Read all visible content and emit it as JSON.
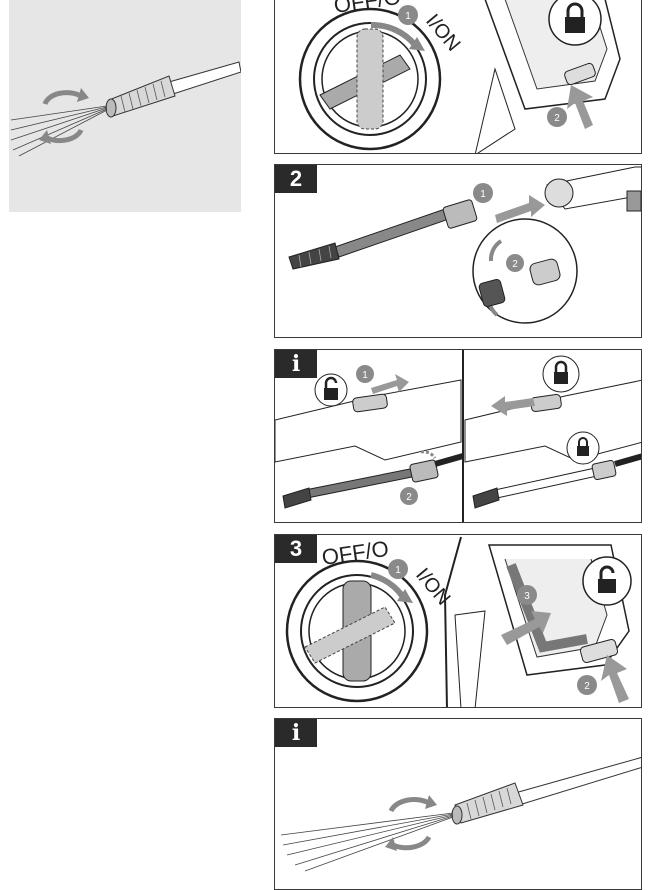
{
  "panels": {
    "top": {
      "switch_label": "OFF/O",
      "on_label": "I/ON",
      "step1": "1",
      "step2": "2"
    },
    "p2": {
      "tag": "2",
      "step1": "1",
      "step2": "2"
    },
    "p3": {
      "tag": "i",
      "step1": "1",
      "step2": "2"
    },
    "p4": {
      "tag": "3",
      "switch_label": "OFF/O",
      "on_label": "I/ON",
      "step1": "1",
      "step2": "2",
      "step3": "3"
    },
    "p5": {
      "tag": "i"
    }
  },
  "icons": [
    "spray-nozzle-icon",
    "rotate-arrows-icon",
    "lock-icon",
    "unlock-icon",
    "push-arrow-icon",
    "lance-icon",
    "switch-dial-icon"
  ],
  "colors": {
    "tag_bg": "#2a2a2a",
    "arrow_gray": "#9a9a9a",
    "side_bg": "#e6e6e6",
    "step_circle": "#8a8a8a"
  }
}
